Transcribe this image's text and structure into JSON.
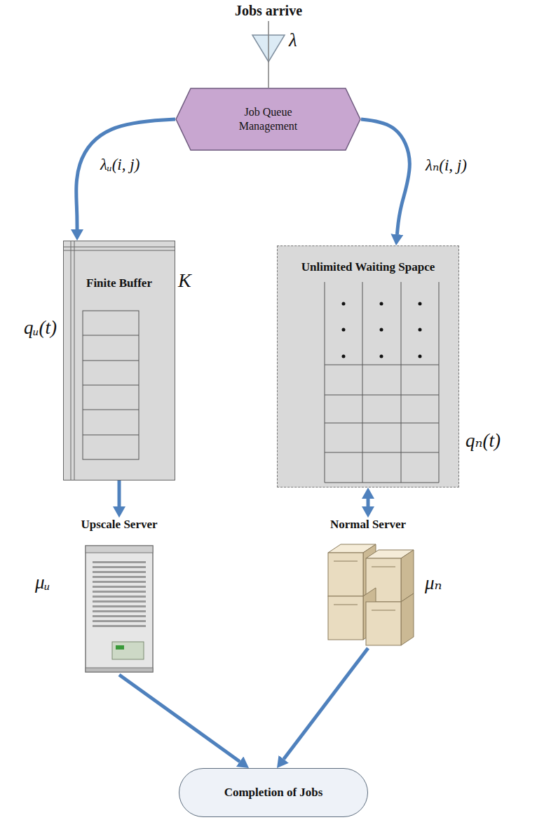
{
  "diagram": {
    "nodes": [
      {
        "text": [
          "Job Queue Management"
        ]
      },
      {
        "text": [
          "Finite Buffer",
          "K"
        ]
      },
      {
        "text": [
          "Unlimited Waiting Spapce"
        ]
      },
      {
        "text": [
          "Upscale Server"
        ]
      },
      {
        "text": [
          "Normal Server"
        ]
      },
      {
        "text": [
          "Completion of Jobs"
        ]
      }
    ],
    "edges": [
      {
        "from": 0,
        "to": 1,
        "arrow": "to",
        "label": "λᵤ(i, j)"
      },
      {
        "from": 0,
        "to": 2,
        "arrow": "to",
        "label": "λₙ(i, j)"
      },
      {
        "from": 1,
        "to": 3,
        "arrow": "to"
      },
      {
        "from": 2,
        "to": 4,
        "arrow": "both"
      },
      {
        "from": 3,
        "to": 5,
        "arrow": "to"
      },
      {
        "from": 4,
        "to": 5,
        "arrow": "to"
      }
    ],
    "labels": [
      "Jobs arrive",
      "λ",
      "qᵤ(t)",
      "qₙ(t)",
      "μᵤ",
      "μₙ"
    ]
  }
}
